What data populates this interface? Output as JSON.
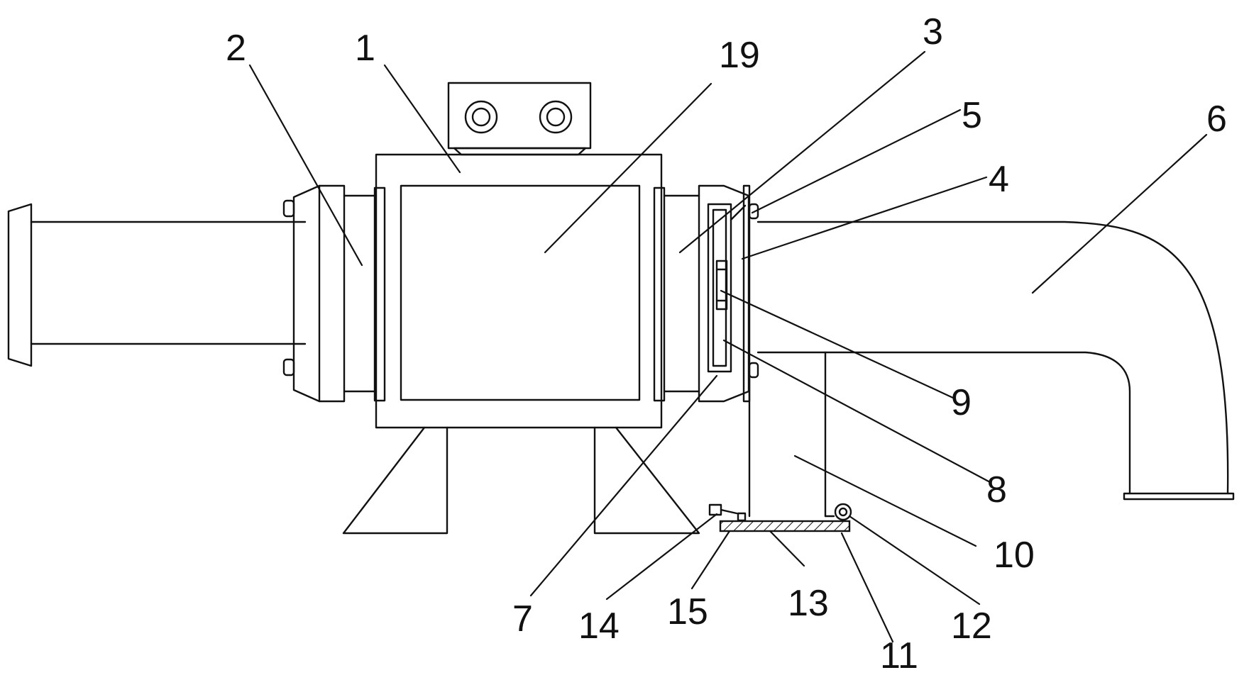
{
  "labels": {
    "l1": "1",
    "l2": "2",
    "l3": "3",
    "l4": "4",
    "l5": "5",
    "l6": "6",
    "l7": "7",
    "l8": "8",
    "l9": "9",
    "l10": "10",
    "l11": "11",
    "l12": "12",
    "l13": "13",
    "l14": "14",
    "l15": "15",
    "l19": "19"
  },
  "colors": {
    "line": "#111111",
    "background": "#ffffff"
  }
}
